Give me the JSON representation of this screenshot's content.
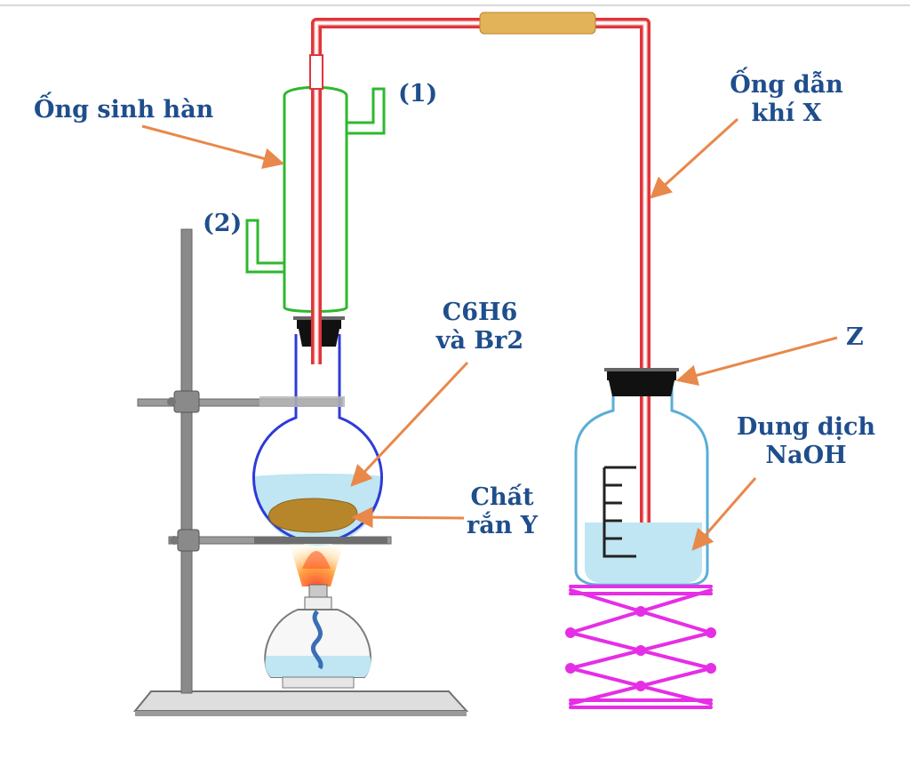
{
  "labels": {
    "condenser": "Ống sinh hàn",
    "port_1": "(1)",
    "port_2": "(2)",
    "gas_tube_line1": "Ống dẫn",
    "gas_tube_line2": "khí X",
    "reactants_line1": "C6H6",
    "reactants_line2": "và Br2",
    "solid_line1": "Chất",
    "solid_line2": "rắn Y",
    "stopper_z": "Z",
    "solution_line1": "Dung dịch",
    "solution_line2": "NaOH"
  },
  "colors": {
    "label_text": "#1f4e8c",
    "arrow": "#e8884a",
    "tube_red": "#e0353a",
    "condenser_green": "#2eb82e",
    "flask_blue": "#2f3bd6",
    "liquid_blue": "#bfe6f2",
    "catalyst_brown": "#b8862a",
    "stand_gray": "#8a8a8a",
    "jack_magenta": "#e62ee6",
    "stopper_black": "#111111",
    "connector_tan": "#e3b35a"
  }
}
